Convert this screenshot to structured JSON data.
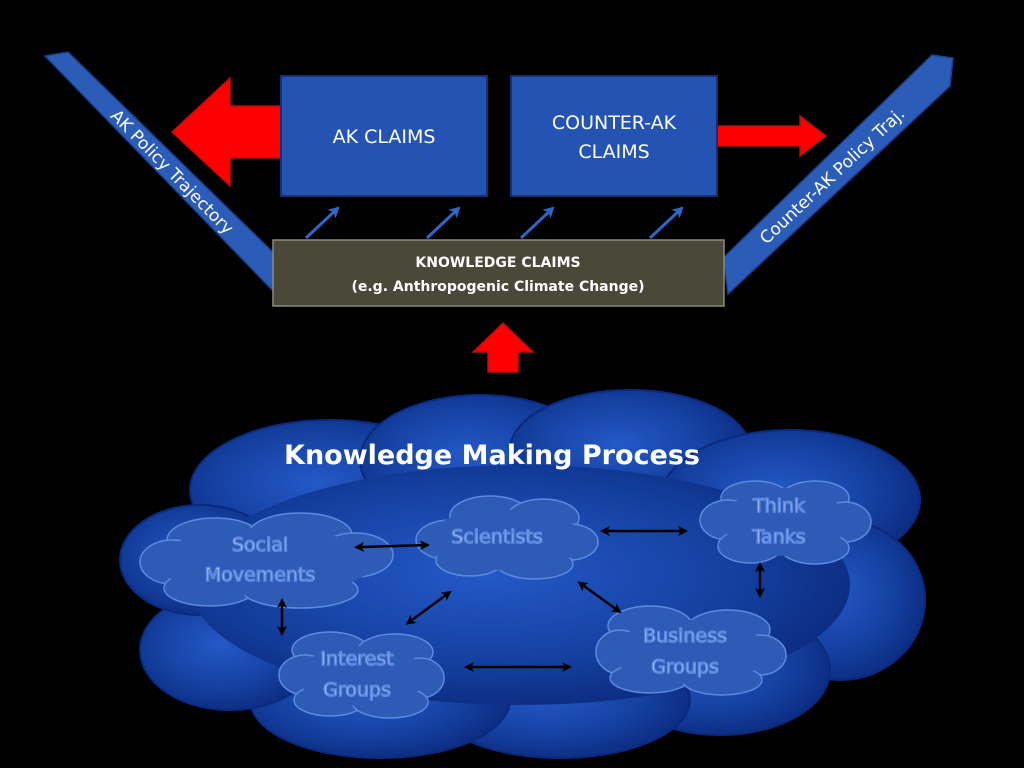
{
  "top": {
    "ak_claims": "AK CLAIMS",
    "counter_ak_claims": [
      "COUNTER-AK",
      "CLAIMS"
    ],
    "knowledge_claims": {
      "title": "KNOWLEDGE CLAIMS",
      "subtitle": "(e.g. Anthropogenic Climate Change)"
    },
    "ak_trajectory": "AK Policy Trajectory",
    "counter_ak_trajectory": "Counter-AK Policy Traj."
  },
  "process": {
    "title": "Knowledge Making Process",
    "actors": {
      "scientists": [
        "Scientists"
      ],
      "think_tanks": [
        "Think",
        "Tanks"
      ],
      "social_movements": [
        "Social",
        "Movements"
      ],
      "interest_groups": [
        "Interest",
        "Groups"
      ],
      "business_groups": [
        "Business",
        "Groups"
      ]
    }
  },
  "colors": {
    "background": "#000000",
    "box_blue": "#2553b3",
    "box_border": "#16306f",
    "trajectory_blue": "#2b5cb8",
    "knowledge_box": "#4a4838",
    "red_arrow": "#ff0000",
    "small_arrow": "#2f65c6",
    "cloud_inner": "#1e4fb8",
    "cloud_outer": "#07237a",
    "small_cloud": "#2d5bb5"
  },
  "icons": [
    "left-red-arrow-icon",
    "right-red-arrow-icon",
    "up-red-arrow-icon",
    "diagonal-arrow-icon",
    "double-headed-arrow-icon",
    "cloud-icon"
  ]
}
